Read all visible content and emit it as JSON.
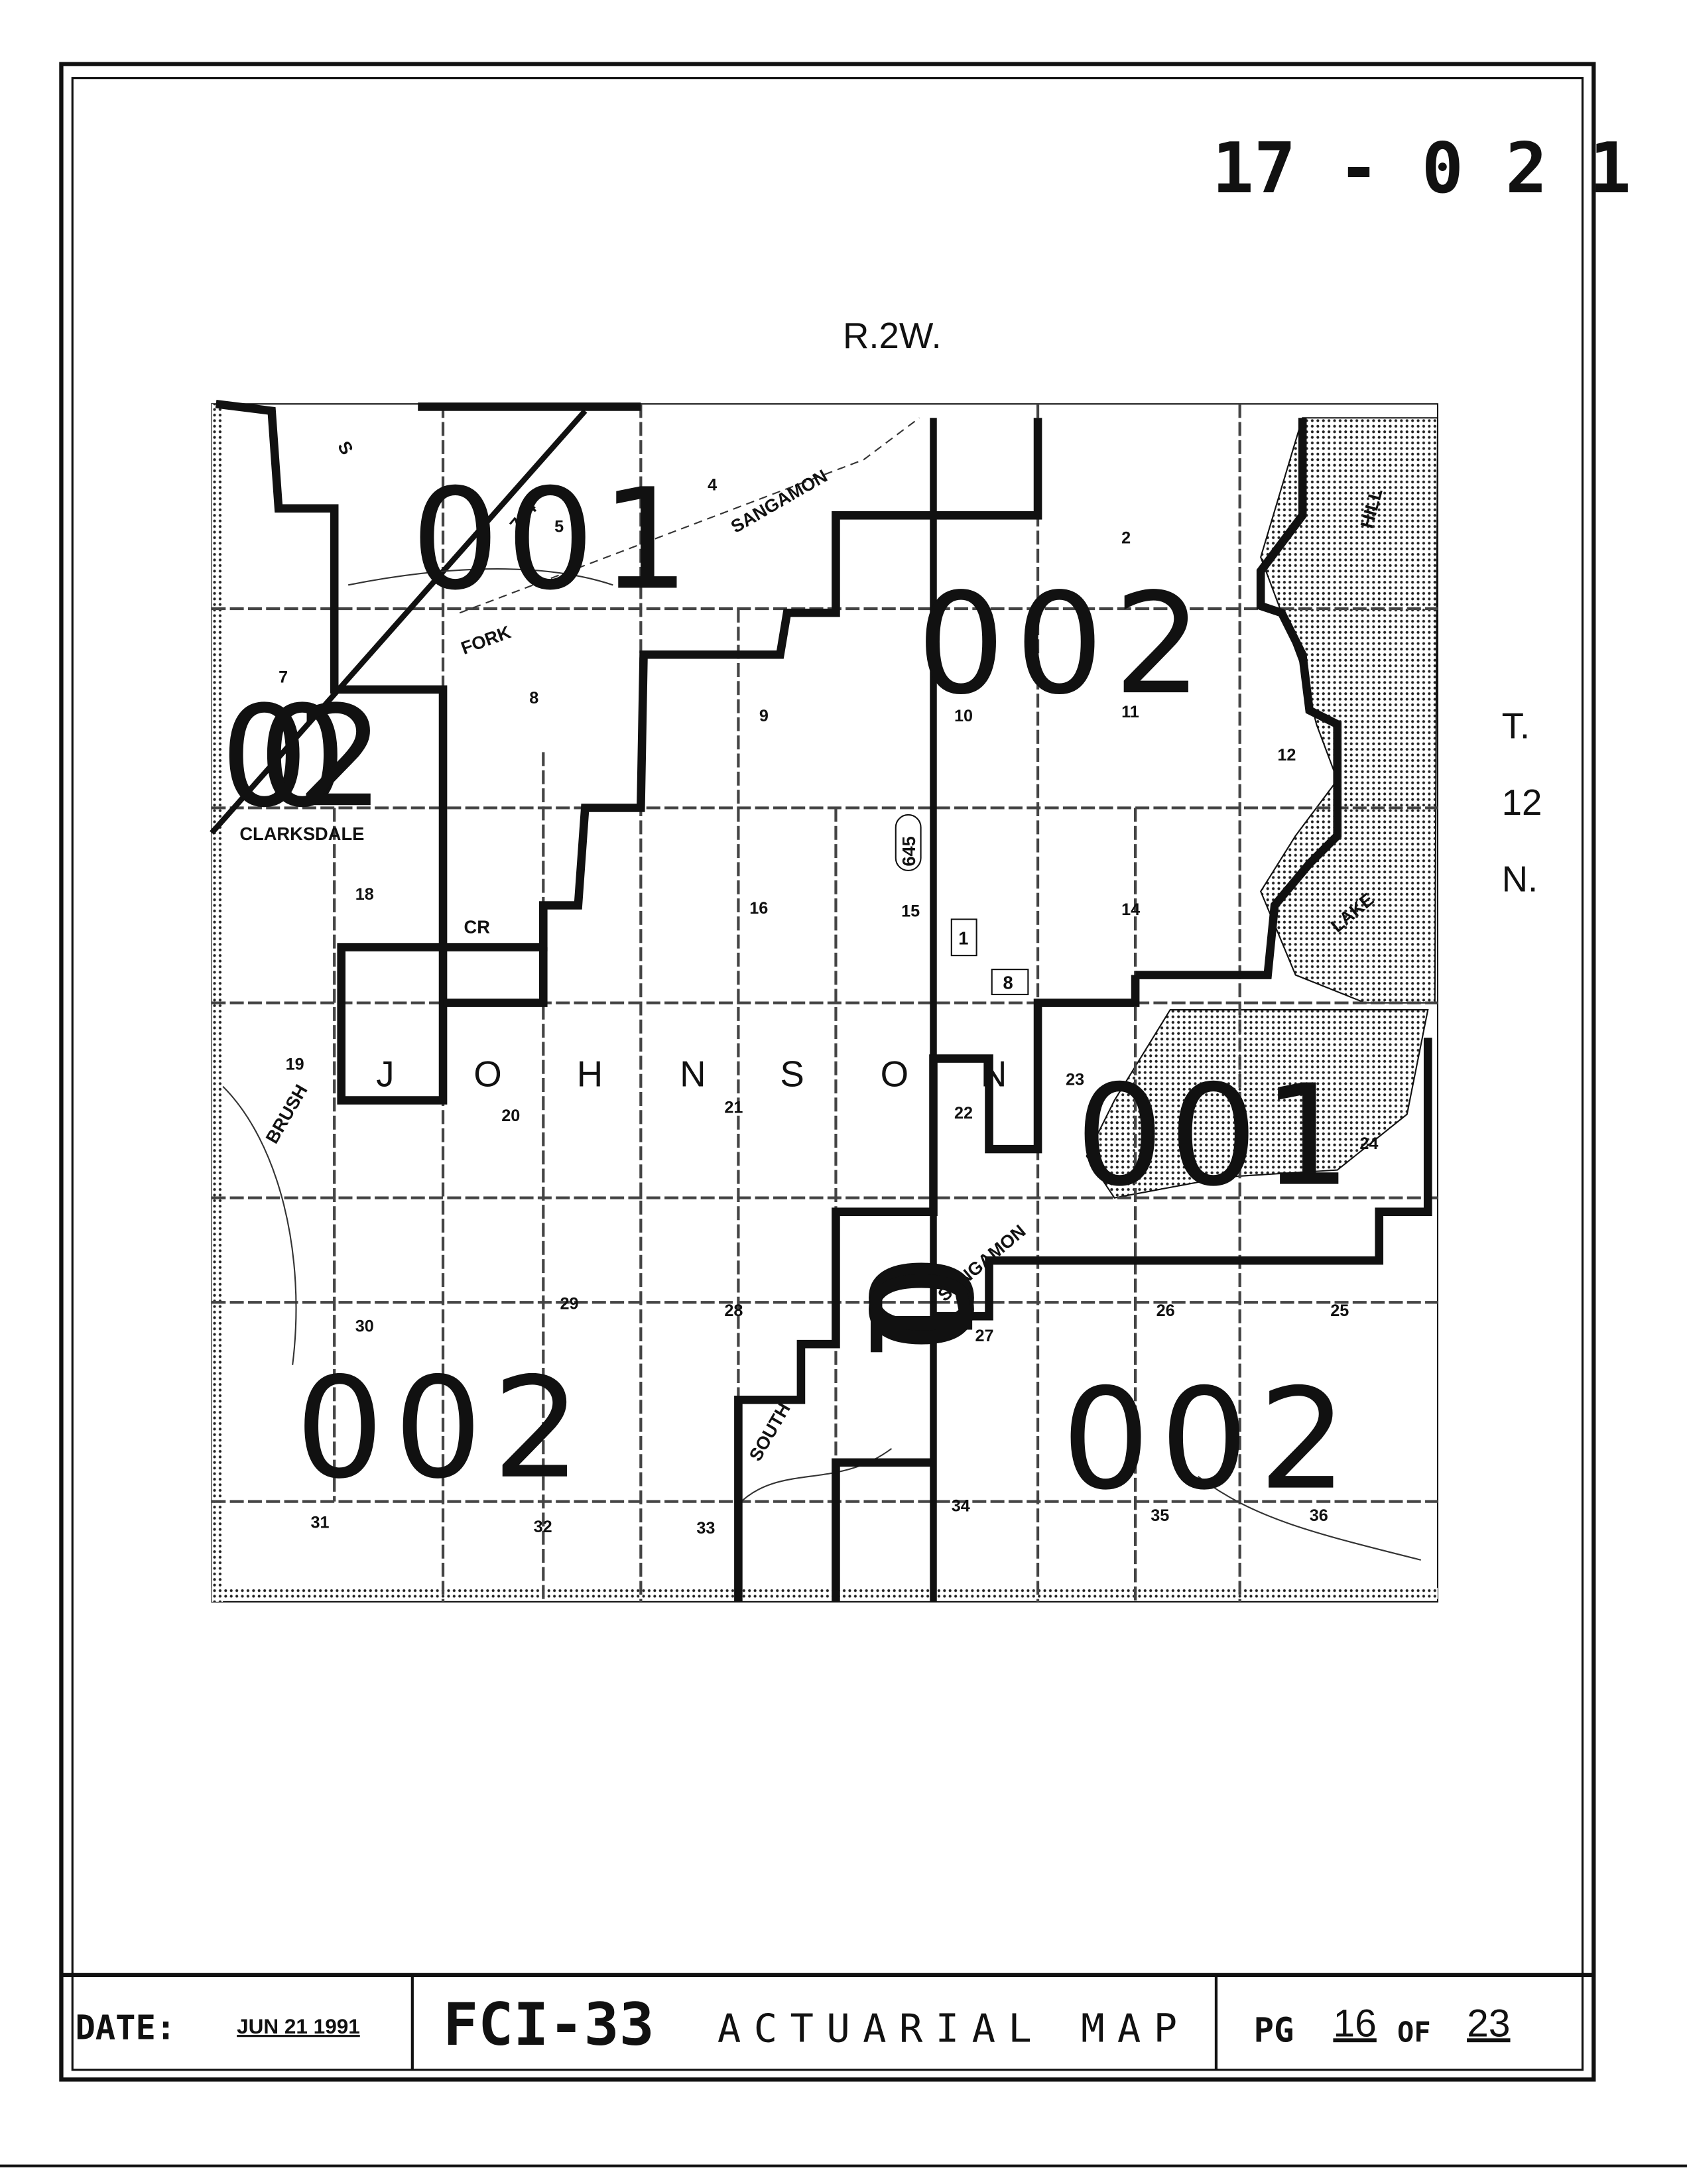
{
  "header": {
    "map_number": "17 - 0 2 1",
    "range": "R.2W.",
    "township_parts": [
      "T.",
      "12",
      "N."
    ]
  },
  "map": {
    "township_name_letters": [
      "J",
      "O",
      "H",
      "N",
      "S",
      "O",
      "N"
    ],
    "places": {
      "town": "CLARKSDALE",
      "river": "SANGAMON",
      "river2": "SANGAMON",
      "fork": "FORK",
      "south": "SOUTH",
      "south_fork": "S",
      "brush": "BRUSH",
      "creek": "CR",
      "lake": "LAKE",
      "hill": "HILL",
      "route_state": "645",
      "route_us": "1",
      "route_8": "8",
      "road_714": "714"
    },
    "sections": [
      "2",
      "4",
      "5",
      "7",
      "8",
      "9",
      "10",
      "11",
      "12",
      "14",
      "15",
      "16",
      "18",
      "19",
      "20",
      "21",
      "22",
      "23",
      "24",
      "25",
      "26",
      "27",
      "28",
      "29",
      "30",
      "31",
      "32",
      "33",
      "34",
      "35",
      "36"
    ],
    "districts": [
      "001",
      "002",
      "002",
      "001",
      "002",
      "002",
      "001"
    ]
  },
  "footer": {
    "date_label": "DATE:",
    "date_value": "JUN 21 1991",
    "form_code": "FCI-33",
    "form_title": "ACTUARIAL MAP",
    "page_label": "PG",
    "page_number": "16",
    "of_label": "OF",
    "page_total": "23"
  }
}
